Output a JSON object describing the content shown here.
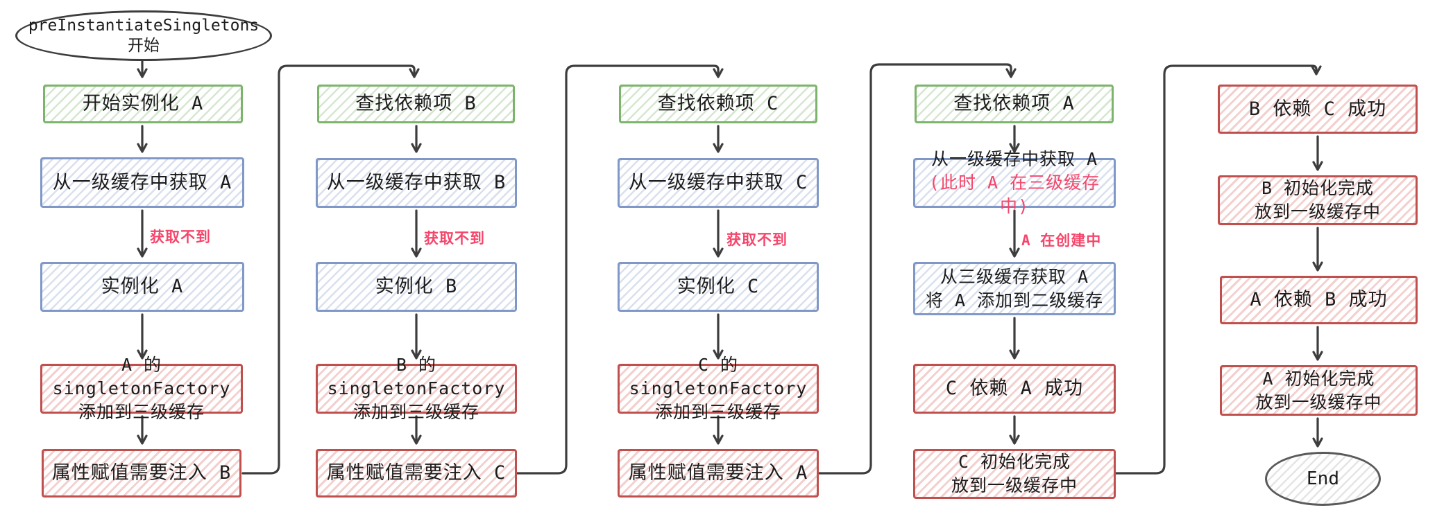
{
  "colors": {
    "green_border": "#7cb46b",
    "blue_border": "#8098c8",
    "red_border": "#c0504d",
    "edge_label_pink": "#f5466b",
    "arrow_stroke": "#3d3d3d",
    "background": "#ffffff"
  },
  "start": {
    "line1": "preInstantiateSingletons",
    "line2": "开始"
  },
  "end": {
    "label": "End"
  },
  "col1": {
    "step1": "开始实例化 A",
    "step2": "从一级缓存中获取 A",
    "edge_label": "获取不到",
    "step3": "实例化 A",
    "step4_line1": "A 的 singletonFactory",
    "step4_line2": "添加到三级缓存",
    "step5": "属性赋值需要注入 B"
  },
  "col2": {
    "step1": "查找依赖项 B",
    "step2": "从一级缓存中获取 B",
    "edge_label": "获取不到",
    "step3": "实例化 B",
    "step4_line1": "B 的 singletonFactory",
    "step4_line2": "添加到三级缓存",
    "step5": "属性赋值需要注入 C"
  },
  "col3": {
    "step1": "查找依赖项 C",
    "step2": "从一级缓存中获取 C",
    "edge_label": "获取不到",
    "step3": "实例化 C",
    "step4_line1": "C 的 singletonFactory",
    "step4_line2": "添加到三级缓存",
    "step5": "属性赋值需要注入 A"
  },
  "col4": {
    "step1": "查找依赖项 A",
    "step2_line1": "从一级缓存中获取 A",
    "step2_line2": "(此时 A 在三级缓存中)",
    "edge_label": "A 在创建中",
    "step3_line1": "从三级缓存获取 A",
    "step3_line2": "将 A 添加到二级缓存",
    "step4": "C 依赖 A 成功",
    "step5_line1": "C 初始化完成",
    "step5_line2": "放到一级缓存中"
  },
  "col5": {
    "step1": "B 依赖 C 成功",
    "step2_line1": "B 初始化完成",
    "step2_line2": "放到一级缓存中",
    "step3": "A 依赖 B 成功",
    "step4_line1": "A 初始化完成",
    "step4_line2": "放到一级缓存中"
  }
}
